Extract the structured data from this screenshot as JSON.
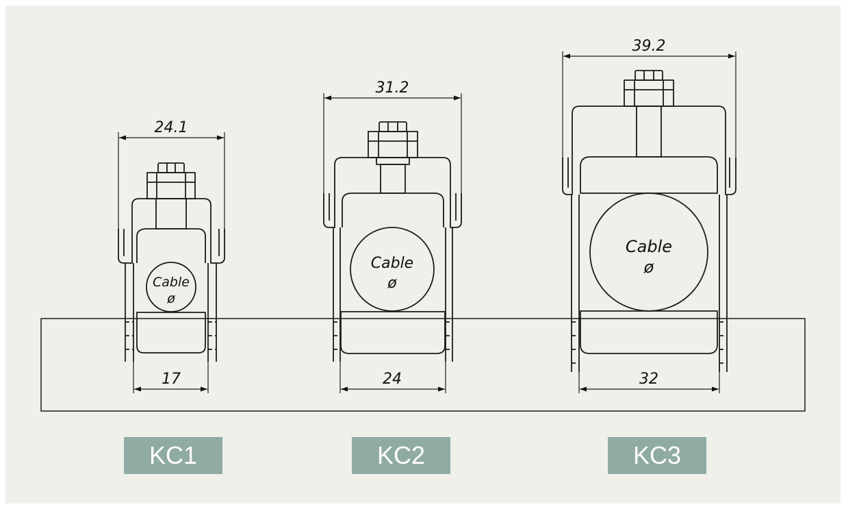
{
  "colors": {
    "background": "#f0f0ea",
    "line": "#1a1a1a",
    "label_bg": "#90aaa4",
    "label_text": "#ffffff"
  },
  "clamps": [
    {
      "name": "KC1",
      "label": "KC1",
      "top_dim": "24.1",
      "bottom_dim": "17",
      "cable_text": "Cable",
      "cable_symbol": "ø"
    },
    {
      "name": "KC2",
      "label": "KC2",
      "top_dim": "31.2",
      "bottom_dim": "24",
      "cable_text": "Cable",
      "cable_symbol": "ø"
    },
    {
      "name": "KC3",
      "label": "KC3",
      "top_dim": "39.2",
      "bottom_dim": "32",
      "cable_text": "Cable",
      "cable_symbol": "ø"
    }
  ]
}
